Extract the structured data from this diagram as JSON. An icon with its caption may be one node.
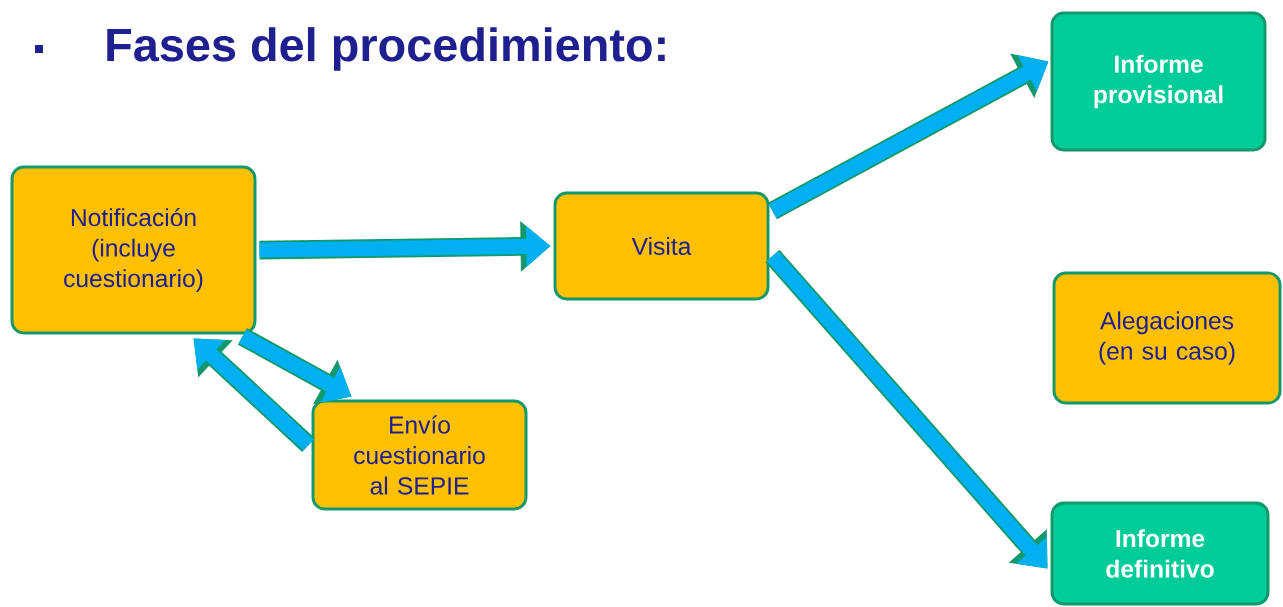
{
  "diagram": {
    "title": "Fases del procedimiento:",
    "nodes": [
      {
        "text": [
          "Notificación (incluye cuestionario)"
        ]
      },
      {
        "text": [
          "Visita"
        ]
      },
      {
        "text": [
          "Envío cuestionario al SEPIE"
        ]
      },
      {
        "text": [
          "Informe provisional"
        ]
      },
      {
        "text": [
          "Alegaciones (en su caso)"
        ]
      },
      {
        "text": [
          "Informe definitivo"
        ]
      }
    ],
    "edges": [
      {
        "from": 0,
        "to": 1,
        "arrow": "to"
      },
      {
        "from": 0,
        "to": 2,
        "arrow": "to"
      },
      {
        "from": 2,
        "to": 0,
        "arrow": "to"
      },
      {
        "from": 1,
        "to": 3,
        "arrow": "to"
      },
      {
        "from": 1,
        "to": 5,
        "arrow": "to"
      }
    ]
  }
}
